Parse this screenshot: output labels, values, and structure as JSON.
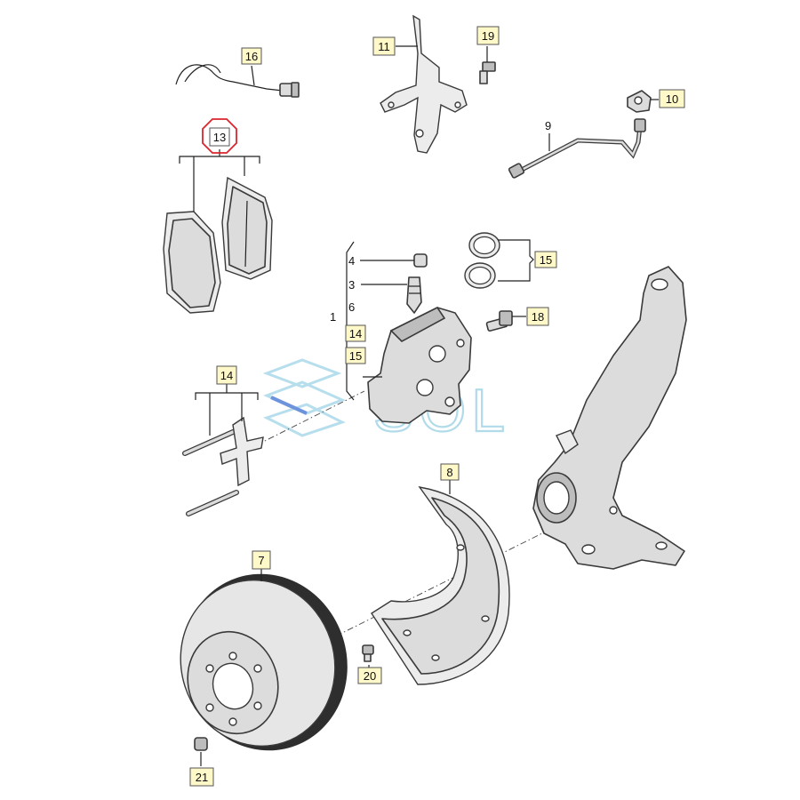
{
  "callouts": {
    "c1": "1",
    "c3": "3",
    "c4": "4",
    "c6": "6",
    "c7": "7",
    "c8": "8",
    "c9": "9",
    "c10": "10",
    "c11": "11",
    "c13": "13",
    "c14a": "14",
    "c14b": "14",
    "c15a": "15",
    "c15b": "15",
    "c16": "16",
    "c18": "18",
    "c19": "19",
    "c20": "20",
    "c21": "21"
  },
  "watermark": {
    "text": "SOL"
  },
  "colors": {
    "highlight": "#d9262c",
    "callout_fill": "#fff8c8",
    "watermark": "#9fd3e6"
  }
}
